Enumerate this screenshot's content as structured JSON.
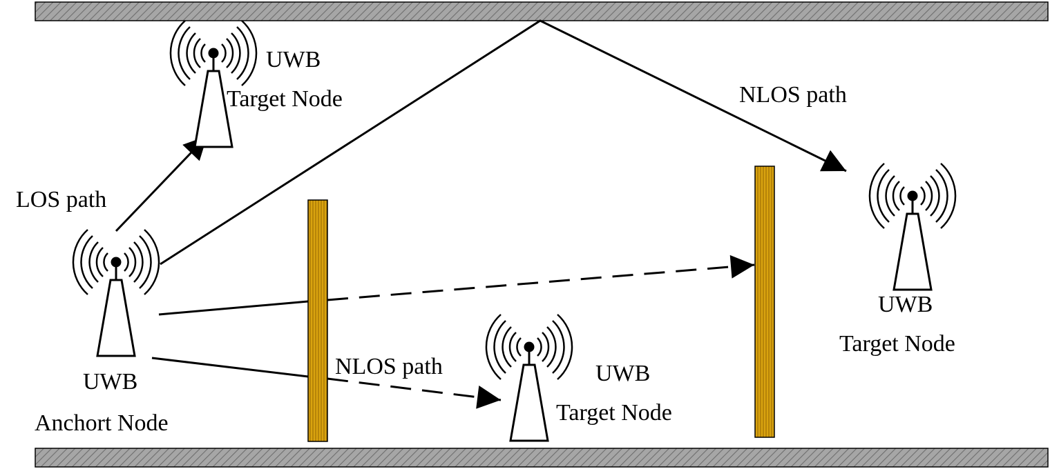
{
  "labels": {
    "target1_line1": "UWB",
    "target1_line2": "Target Node",
    "target2_line1": "UWB",
    "target2_line2": "Target Node",
    "target3_line1": "UWB",
    "target3_line2": "Target Node",
    "anchor_line1": "UWB",
    "anchor_line2": "Anchort Node",
    "los_path": "LOS path",
    "nlos_path_top": "NLOS path",
    "nlos_path_bottom": "NLOS path"
  },
  "colors": {
    "wall_gray": "#a6a6a6",
    "obstacle_gold": "#d9a30f",
    "line": "#000000"
  }
}
